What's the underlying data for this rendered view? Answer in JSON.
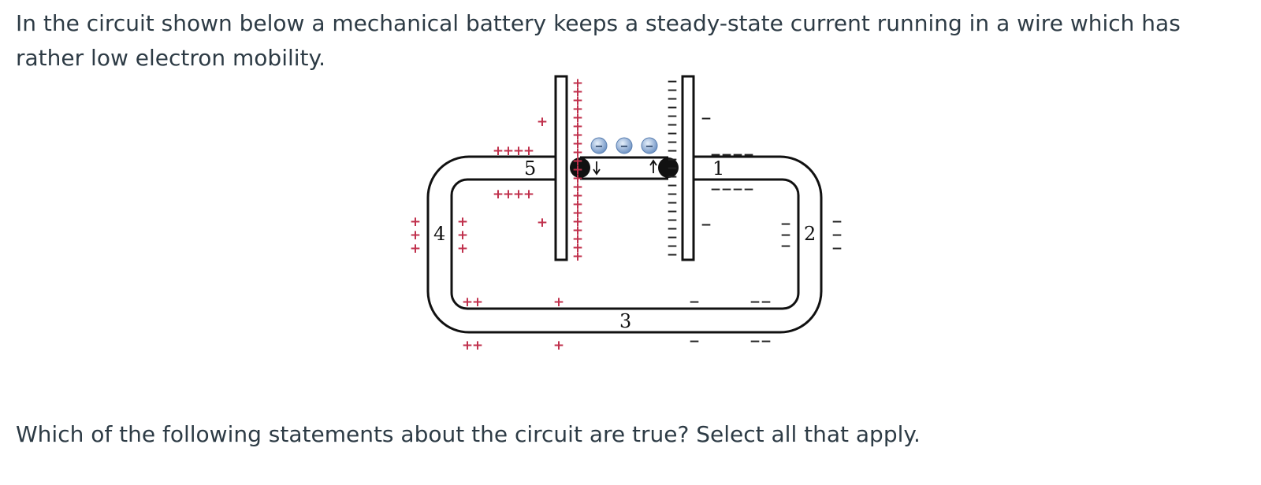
{
  "intro": "In the circuit shown below a mechanical battery keeps a steady-state current running in a wire which has rather low electron mobility.",
  "question": "Which of the following statements about the circuit are true? Select all that apply.",
  "figure": {
    "segment_labels": {
      "s1": "1",
      "s2": "2",
      "s3": "3",
      "s4": "4",
      "s5": "5"
    },
    "plus": "+",
    "minus": "−",
    "electron": "−"
  }
}
